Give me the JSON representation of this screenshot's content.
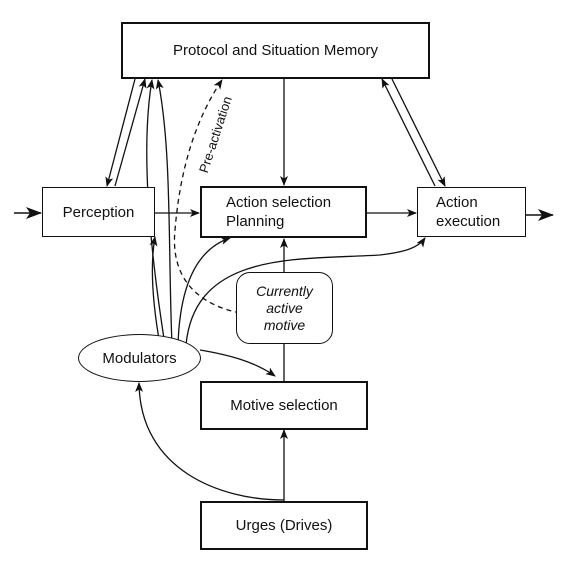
{
  "nodes": {
    "memory": "Protocol and Situation Memory",
    "perception": "Perception",
    "action_selection": "Action selection\nPlanning",
    "action_execution": "Action\nexecution",
    "currently_active_motive": "Currently\nactive\nmotive",
    "modulators": "Modulators",
    "motive_selection": "Motive selection",
    "urges": "Urges (Drives)"
  },
  "edge_labels": {
    "pre_activation": "Pre-activation"
  }
}
